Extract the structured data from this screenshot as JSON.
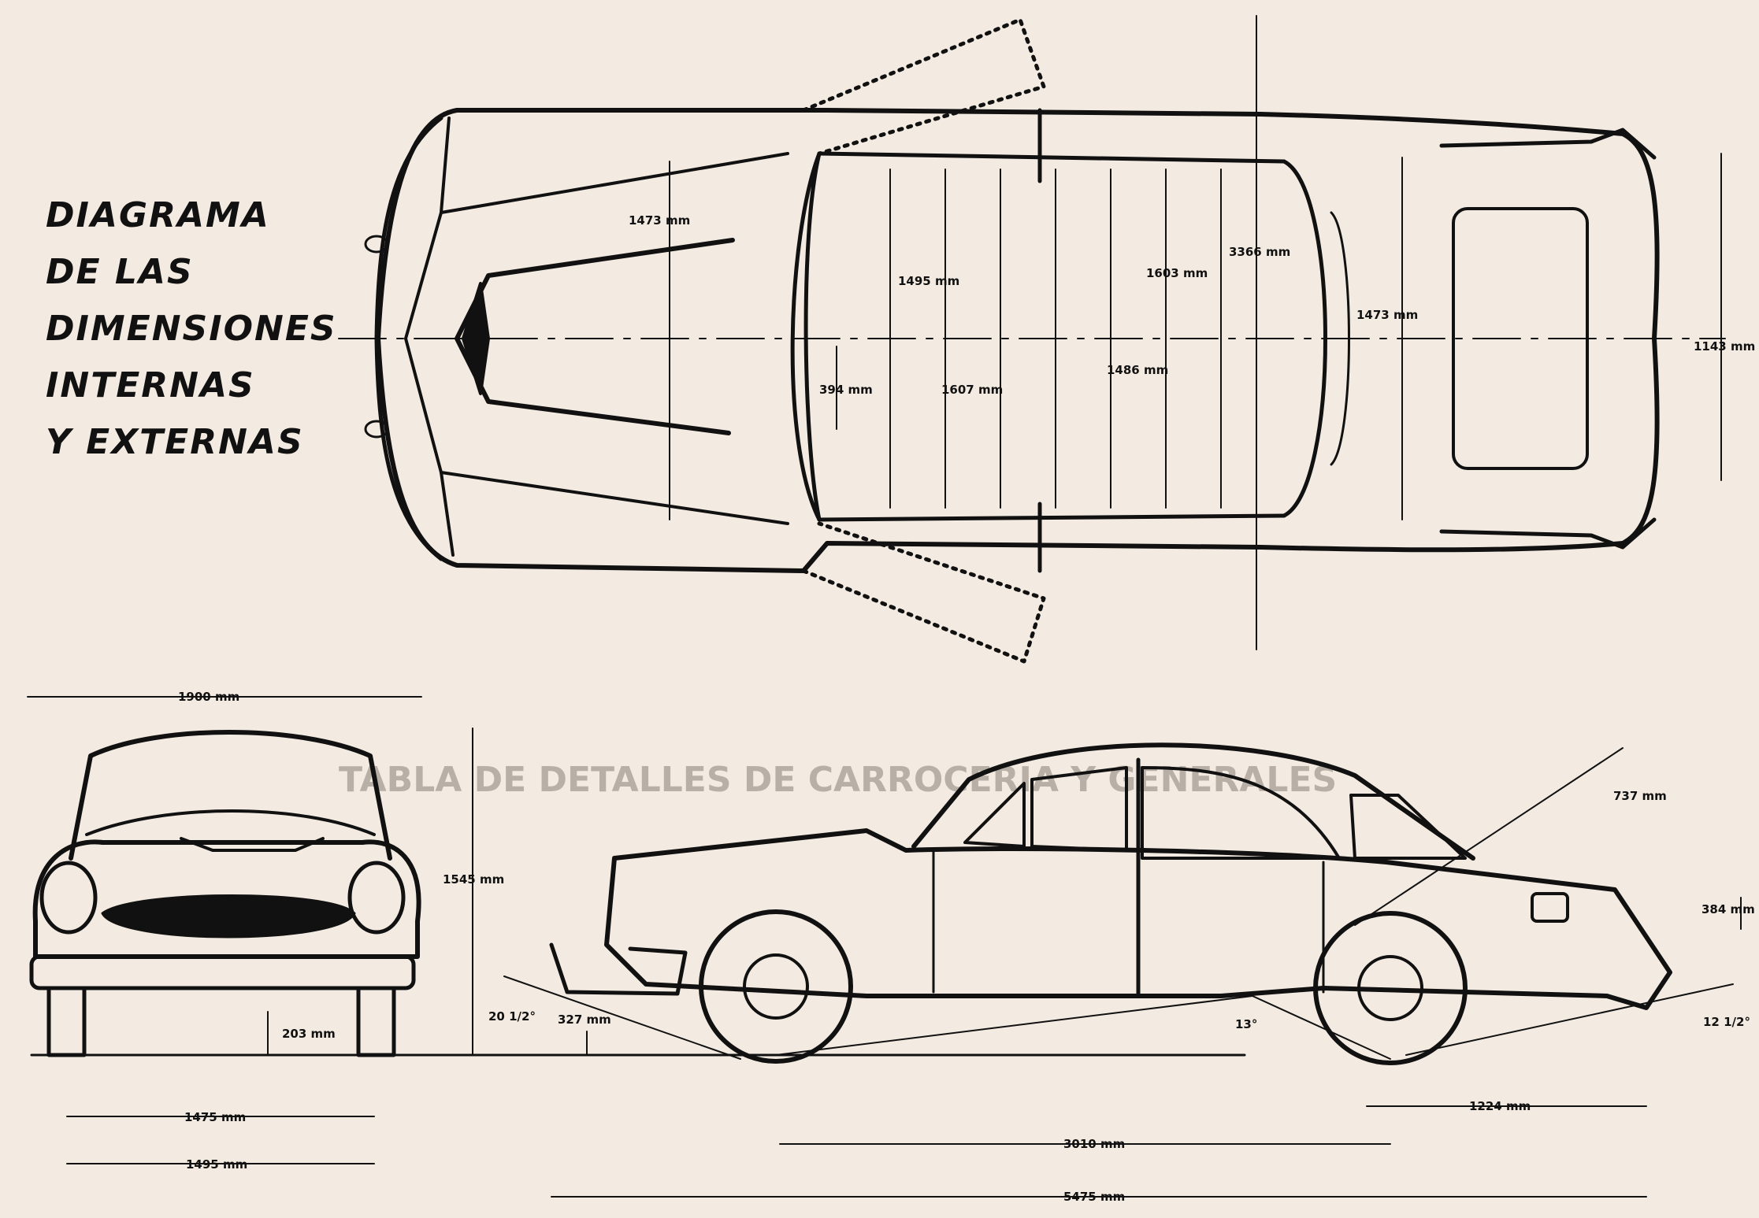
{
  "title": {
    "lines": [
      "DIAGRAMA",
      "DE LAS",
      "DIMENSIONES",
      "INTERNAS",
      "Y EXTERNAS"
    ]
  },
  "top_view": {
    "hood_width": "1473 mm",
    "front_seat_width": "1495 mm",
    "rear_seat_width": "1603 mm",
    "roof_length": "3366 mm",
    "front_door_gap": "394 mm",
    "front_legroom": "1607 mm",
    "rear_legroom": "1486 mm",
    "trunk_width": "1473 mm",
    "trunk_length": "1143 mm"
  },
  "front_view": {
    "overall_width": "1900 mm",
    "overall_height": "1545 mm",
    "ground_clearance": "203 mm",
    "front_track": "1475 mm",
    "rear_track": "1495 mm"
  },
  "side_view": {
    "bumper_height": "327 mm",
    "approach_angle": "20 1/2°",
    "breakover_angle": "13°",
    "departure_angle": "12 1/2°",
    "trunk_diag": "737 mm",
    "rear_overhang_height": "384 mm",
    "rear_overhang": "1224 mm",
    "wheelbase": "3010 mm",
    "overall_length": "5475 mm"
  },
  "background_text": {
    "heading": "TABLA DE DETALLES DE CARROCERIA Y GENERALES"
  },
  "colors": {
    "ink": "#111111",
    "paper": "#f3ebe1",
    "bleed": "#b8b0a6"
  }
}
